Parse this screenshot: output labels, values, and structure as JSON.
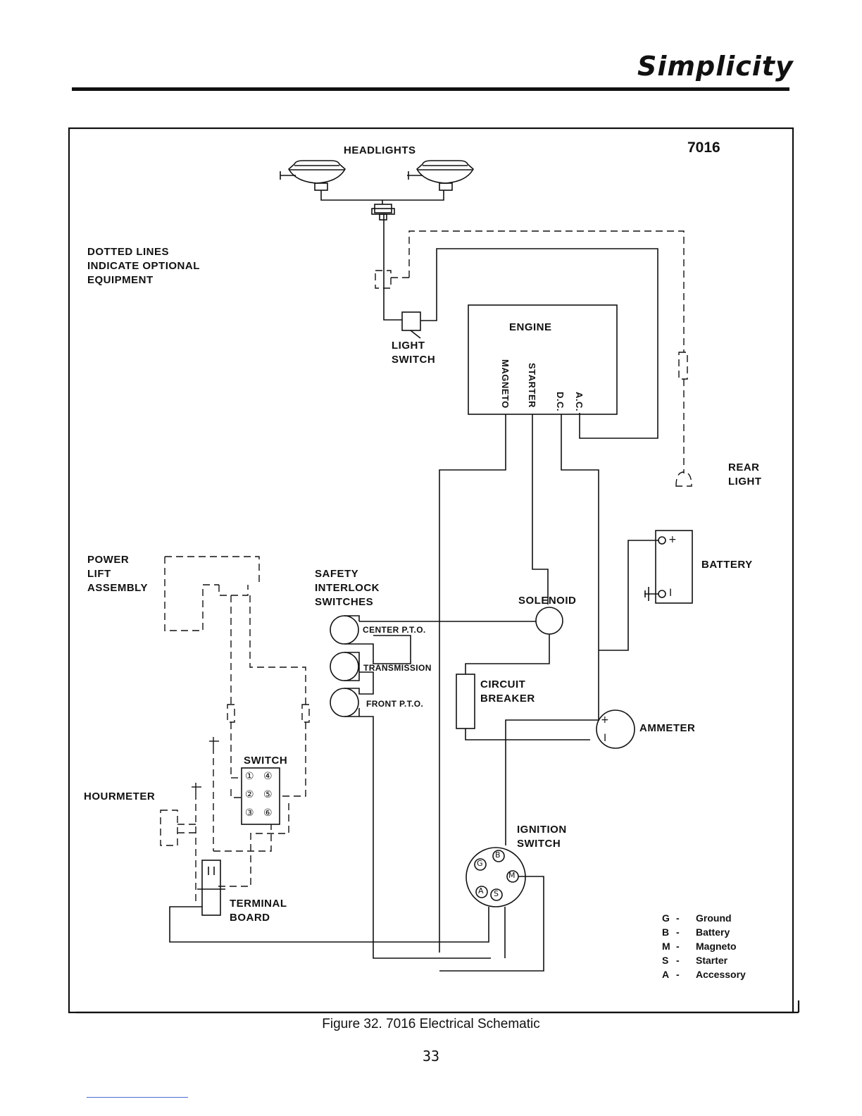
{
  "brand": "Simplicity",
  "model": "7016",
  "labels": {
    "headlights": "HEADLIGHTS",
    "dotted_note": "DOTTED LINES\nINDICATE OPTIONAL\nEQUIPMENT",
    "light_switch": "LIGHT\nSWITCH",
    "engine": "ENGINE",
    "magneto": "MAGNETO",
    "starter": "STARTER",
    "dc": "D.C.",
    "ac": "A.C.",
    "rear_light": "REAR\nLIGHT",
    "power_lift": "POWER\nLIFT\nASSEMBLY",
    "safety_interlock": "SAFETY\nINTERLOCK\nSWITCHES",
    "solenoid": "SOLENOID",
    "battery": "BATTERY",
    "battery_pos": "+",
    "battery_neg": "I",
    "center_pto": "CENTER P.T.O.",
    "transmission": "TRANSMISSION",
    "front_pto": "FRONT P.T.O.",
    "circuit_breaker": "CIRCUIT\nBREAKER",
    "ammeter": "AMMETER",
    "ammeter_pos": "+",
    "ammeter_neg": "I",
    "switch": "SWITCH",
    "hourmeter": "HOURMETER",
    "ignition_switch": "IGNITION\nSWITCH",
    "terminal_board": "TERMINAL\nBOARD"
  },
  "switch_terminals": [
    "①",
    "④",
    "②",
    "⑤",
    "③",
    "⑥"
  ],
  "ignition_terminals": {
    "g": "G",
    "b": "B",
    "m": "M",
    "a": "A",
    "s": "S"
  },
  "legend": [
    {
      "key": "G",
      "value": "Ground"
    },
    {
      "key": "B",
      "value": "Battery"
    },
    {
      "key": "M",
      "value": "Magneto"
    },
    {
      "key": "S",
      "value": "Starter"
    },
    {
      "key": "A",
      "value": "Accessory"
    }
  ],
  "caption": "Figure 32.  7016 Electrical Schematic",
  "page_number": "33"
}
